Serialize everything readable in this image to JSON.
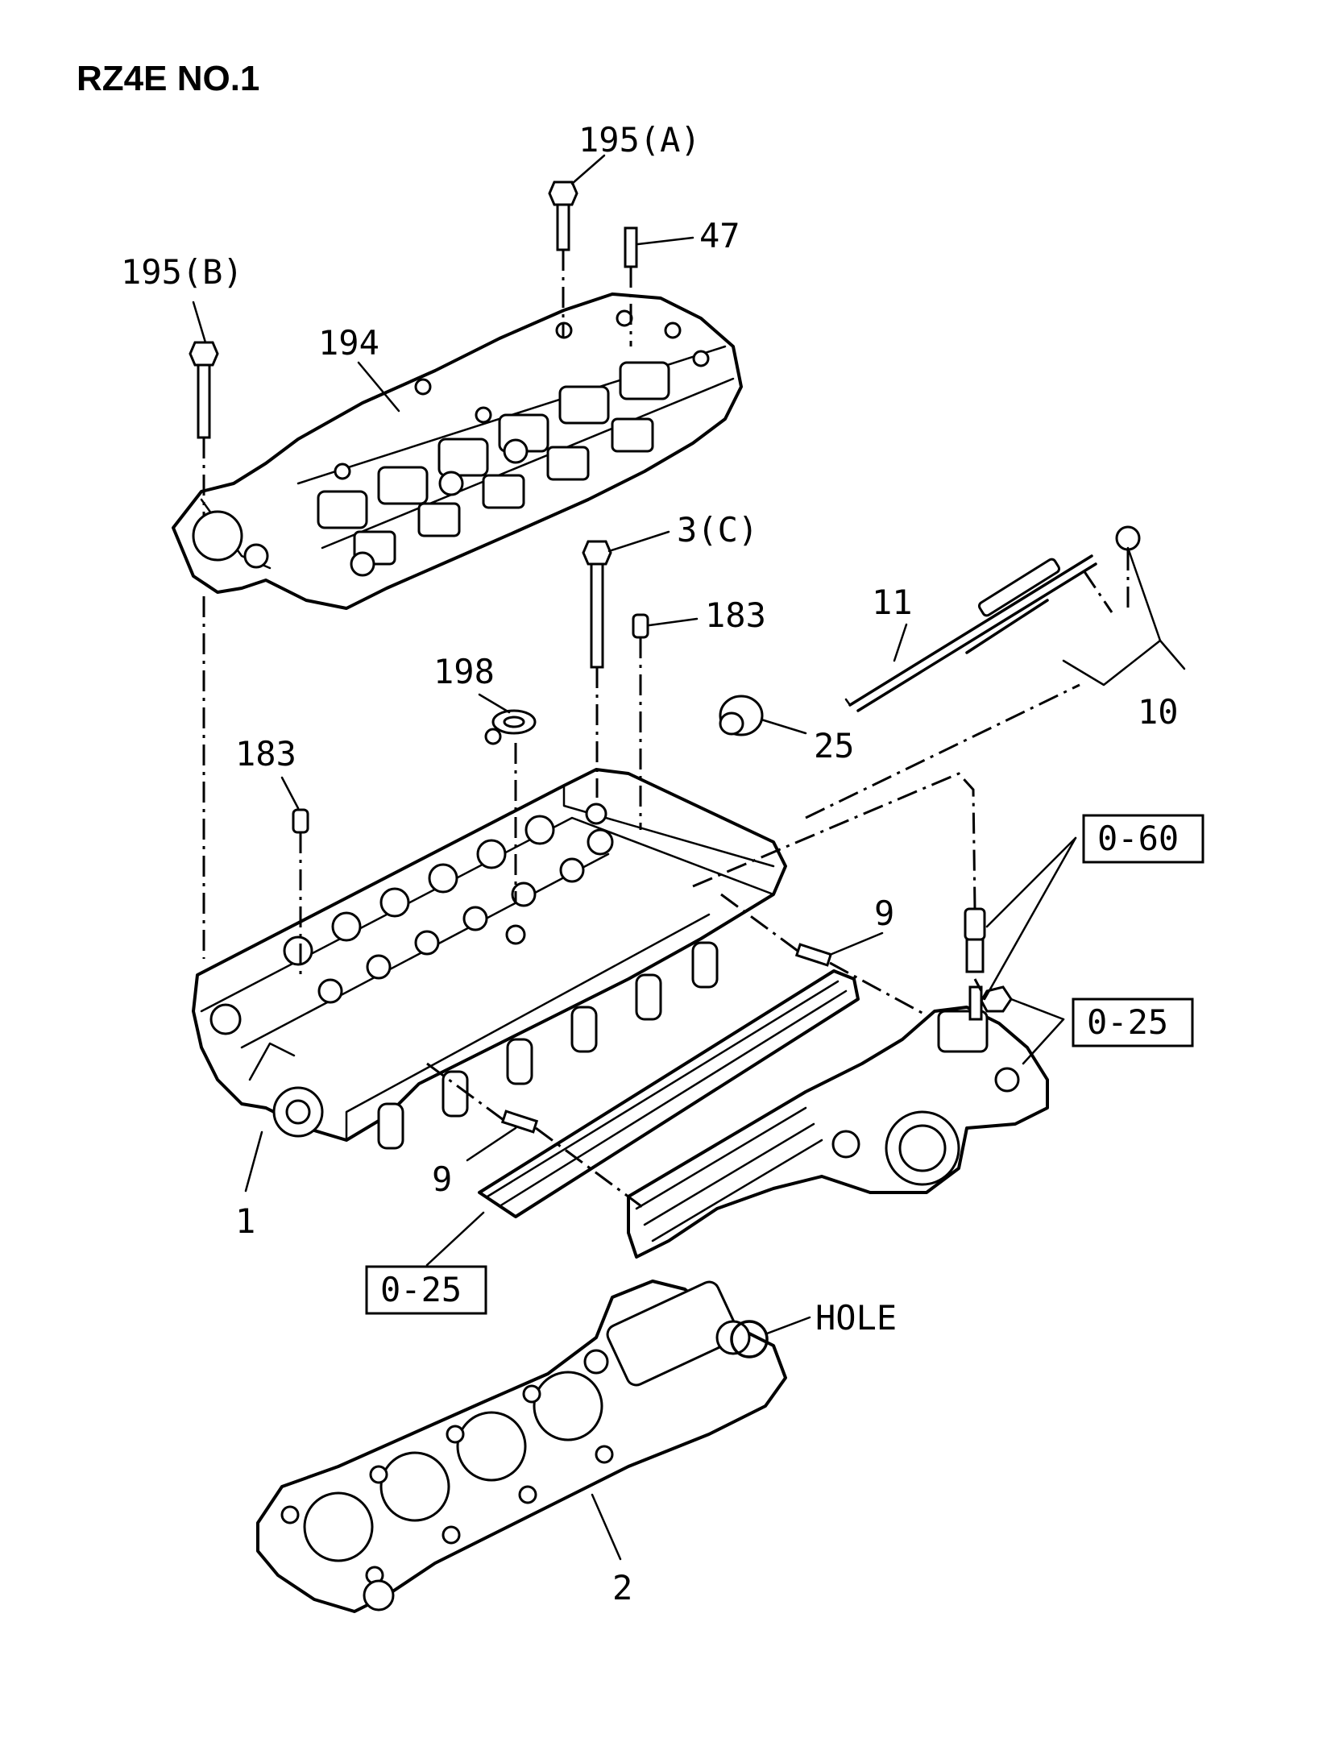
{
  "title": "RZ4E NO.1",
  "callouts": {
    "c195a": "195(A)",
    "c47": "47",
    "c195b": "195(B)",
    "c194": "194",
    "c3c": "3(C)",
    "c183_top": "183",
    "c11": "11",
    "c198": "198",
    "c25": "25",
    "c10": "10",
    "c183_left": "183",
    "c060": "0-60",
    "c9_right": "9",
    "c025_right": "0-25",
    "c9_left": "9",
    "c1": "1",
    "c025_left": "0-25",
    "hole": "HOLE",
    "c2": "2"
  }
}
